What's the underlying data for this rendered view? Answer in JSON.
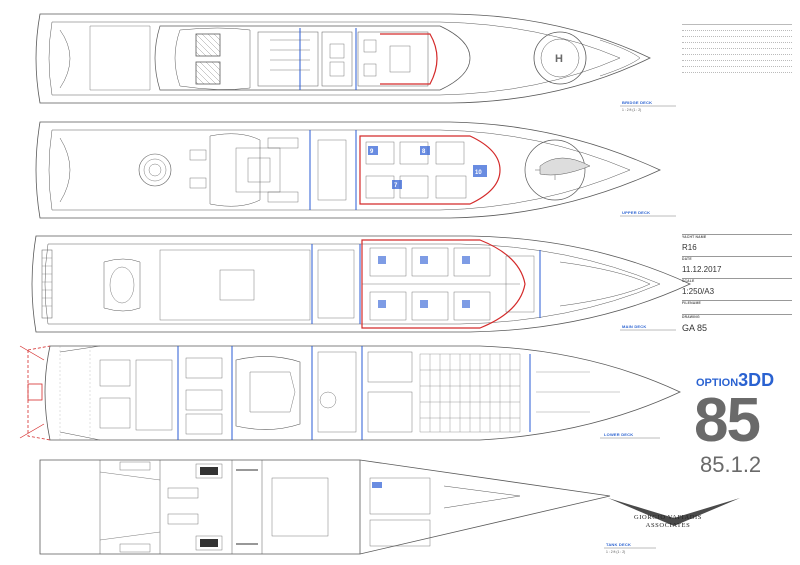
{
  "decks": [
    {
      "name": "BRIDGE DECK",
      "scale_note": "1 : 2 ft (1 : 2)"
    },
    {
      "name": "UPPER DECK"
    },
    {
      "name": "MAIN DECK"
    },
    {
      "name": "LOWER DECK"
    },
    {
      "name": "TANK DECK",
      "scale_note": "1 : 2 ft (1 : 2)"
    }
  ],
  "cabin_numbers": [
    "9",
    "8",
    "7",
    "10"
  ],
  "title_block": {
    "fields": [
      {
        "label": "YACHT NAME",
        "value": "R16"
      },
      {
        "label": "DATE",
        "value": "11.12.2017"
      },
      {
        "label": "SCALE",
        "value": "1:250/A3"
      },
      {
        "label": "FILENAME",
        "value": ""
      },
      {
        "label": "DRAWING",
        "value": "GA 85"
      }
    ]
  },
  "option": {
    "word": "OPTION",
    "code": "3DD"
  },
  "project_number": "85",
  "sub_number": "85.1.2",
  "firm": {
    "name_line1": "GIORGIO VAFIADIS",
    "name_line2": "ASSOCIATES"
  },
  "colors": {
    "line": "#5a5a5a",
    "red_outline": "#d42a2a",
    "blue_bulkhead": "#2a5bd4",
    "accent": "#2a62d1",
    "big_number": "#6a6a6a"
  }
}
